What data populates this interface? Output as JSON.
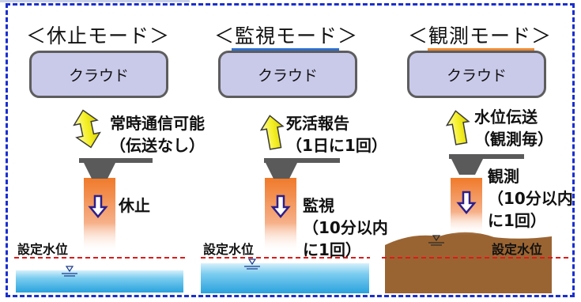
{
  "modes": [
    {
      "title": "＜休止モード＞",
      "cloud": "クラウド",
      "comm_label": "常時通信可能\n（伝送なし）",
      "sensor_label": "休止",
      "water_label": "設定水位"
    },
    {
      "title": "＜監視モード＞",
      "cloud": "クラウド",
      "comm_label": "死活報告\n（1日に1回）",
      "sensor_label": "監視\n（10分以内\nに1回）",
      "water_label": "設定水位"
    },
    {
      "title": "＜観測モード＞",
      "cloud": "クラウド",
      "comm_label": "水位伝送\n（観測毎）",
      "sensor_label": "観測\n（10分以内\nに1回）",
      "water_label": "設定水位"
    }
  ],
  "colors": {
    "frame": "#1a2fd0",
    "cloud_fill": "#c9c9ea",
    "cloud_border": "#5d5d5d",
    "arrow_fill": "#f5f028",
    "down_arrow": "#3b2a9a",
    "beam": "#f07a2a",
    "water": "#54b8e8",
    "mud": "#9a6432",
    "setline": "#e01818",
    "underline_monitor": "#2d6fd0",
    "underline_observe": "#f08a30"
  }
}
